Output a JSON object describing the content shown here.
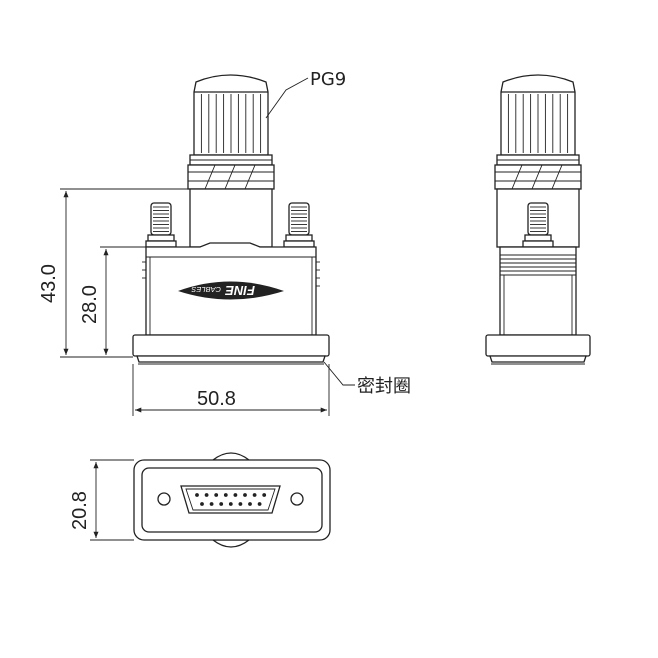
{
  "labels": {
    "gland": "PG9",
    "seal": "密封圈"
  },
  "dimensions": {
    "total_height": "43.0",
    "body_height": "28.0",
    "base_width": "50.8",
    "face_height": "20.8"
  },
  "brand": {
    "main": "FINE",
    "sub": "CABLES"
  },
  "colors": {
    "line": "#222222",
    "background": "#ffffff"
  }
}
